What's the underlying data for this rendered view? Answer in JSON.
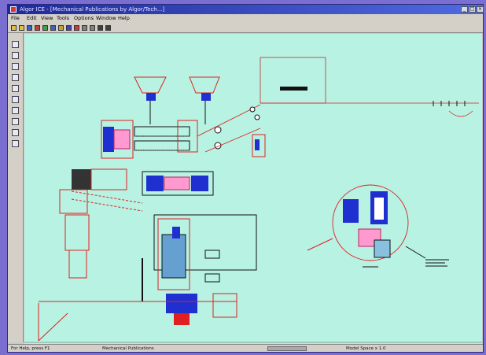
{
  "window": {
    "title": "Algor ICE - [Mechanical Publications by Algor/Tech...]"
  },
  "titlebar_buttons": [
    "_",
    "□",
    "×"
  ],
  "menu": [
    "File",
    "Edit",
    "View",
    "Tools",
    "Options",
    "Window",
    "Help"
  ],
  "toolbar_icons": [
    {
      "name": "new-icon",
      "color": "#e0c040"
    },
    {
      "name": "open-icon",
      "color": "#e0c040"
    },
    {
      "name": "save-icon",
      "color": "#4060c0"
    },
    {
      "name": "print-icon",
      "color": "#c04040"
    },
    {
      "name": "cut-icon",
      "color": "#40a040"
    },
    {
      "name": "copy-icon",
      "color": "#4060c0"
    },
    {
      "name": "paste-icon",
      "color": "#c0a040"
    },
    {
      "name": "zoom-icon",
      "color": "#4040c0"
    },
    {
      "name": "pencil-icon",
      "color": "#c04040"
    },
    {
      "name": "grid-icon",
      "color": "#808080"
    },
    {
      "name": "layers-icon",
      "color": "#808080"
    },
    {
      "name": "measure-icon",
      "color": "#404040"
    },
    {
      "name": "arrow-icon",
      "color": "#404040"
    }
  ],
  "left_tools": [
    "select-icon",
    "line-icon",
    "arc-icon",
    "rect-icon",
    "circle-icon",
    "text-icon",
    "dimension-icon",
    "hatch-icon",
    "move-icon",
    "rotate-icon"
  ],
  "status": {
    "left": "For Help, press F1",
    "mid": "Mechanical Publications",
    "right": "Model Space   x 1.0"
  },
  "colors": {
    "drawing_bg": "#b7f2e2",
    "red_line": "#e02020",
    "blue_fill": "#2030d0",
    "black_line": "#111111",
    "outer_bg": "#7a6fd0"
  }
}
